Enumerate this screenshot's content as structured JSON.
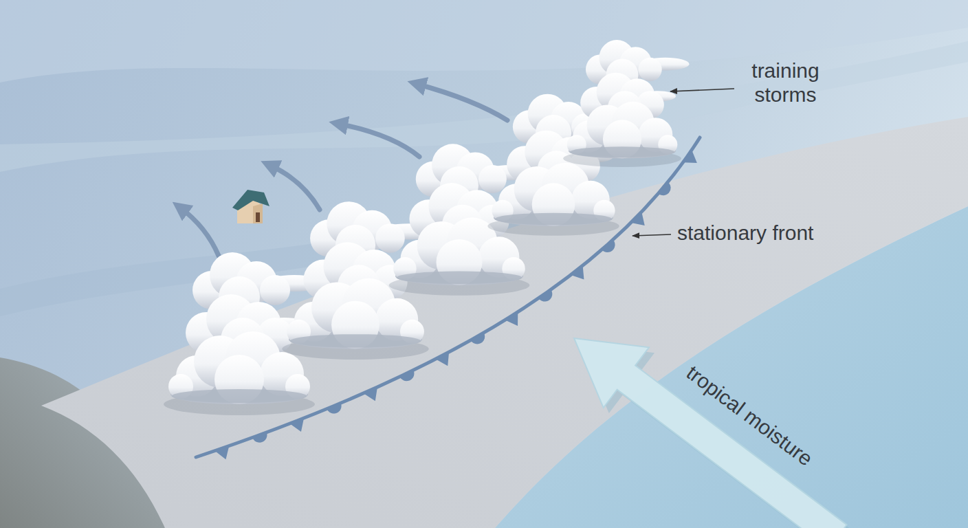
{
  "diagram": {
    "labels": [
      "training storms",
      "stationary front",
      "tropical moisture"
    ]
  }
}
